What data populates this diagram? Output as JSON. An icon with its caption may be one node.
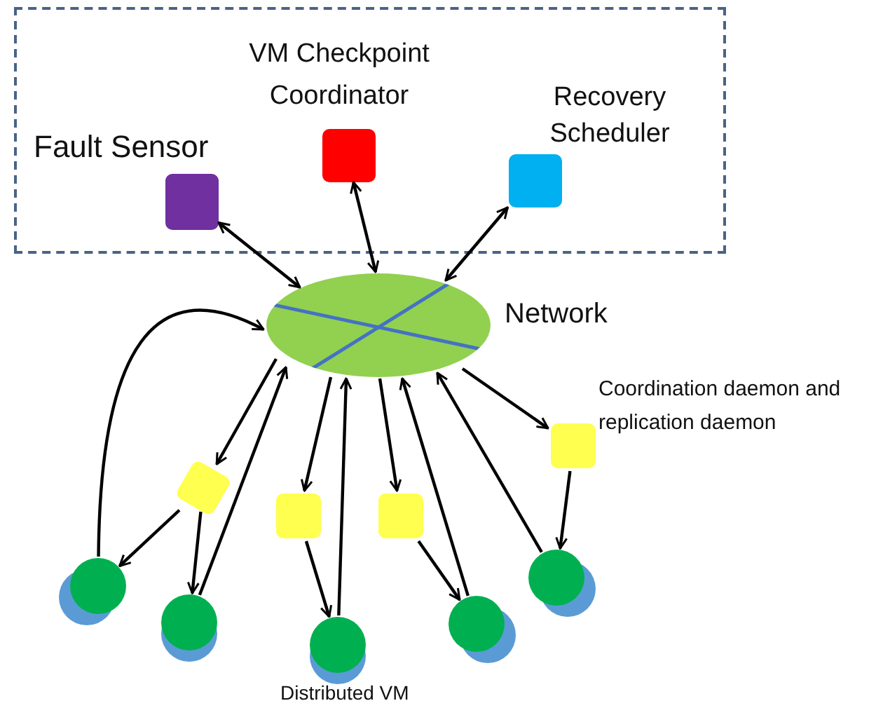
{
  "diagram": {
    "nodes": [
      {
        "text": [],
        "shape": "box"
      },
      {
        "text": [
          "Fault Sensor"
        ],
        "in": 0
      },
      {
        "text": [
          "VM Checkpoint Coordinator"
        ],
        "in": 0
      },
      {
        "text": [
          "Recovery Scheduler"
        ],
        "in": 0
      },
      {
        "text": [
          "Network"
        ]
      },
      {
        "text": [],
        "shape": "box"
      },
      {
        "text": [],
        "shape": "box"
      },
      {
        "text": [],
        "shape": "box"
      },
      {
        "text": [],
        "shape": "box",
        "beside": [
          "Coordination daemon and replication daemon"
        ]
      },
      {
        "text": [],
        "shape": "circle"
      },
      {
        "text": [],
        "shape": "circle"
      },
      {
        "text": [],
        "shape": "circle",
        "beside": [
          "Distributed VM"
        ]
      },
      {
        "text": [],
        "shape": "circle"
      },
      {
        "text": [],
        "shape": "circle"
      }
    ],
    "edges": [
      {
        "from": 1,
        "to": 4,
        "arrow": "both"
      },
      {
        "from": 2,
        "to": 4,
        "arrow": "both"
      },
      {
        "from": 3,
        "to": 4,
        "arrow": "both"
      },
      {
        "from": 9,
        "to": 4,
        "arrow": "to"
      },
      {
        "from": 4,
        "to": 5,
        "arrow": "to"
      },
      {
        "from": 5,
        "to": 9,
        "arrow": "to"
      },
      {
        "from": 5,
        "to": 10,
        "arrow": "to"
      },
      {
        "from": 10,
        "to": 4,
        "arrow": "to"
      },
      {
        "from": 4,
        "to": 6,
        "arrow": "to"
      },
      {
        "from": 6,
        "to": 11,
        "arrow": "to"
      },
      {
        "from": 11,
        "to": 4,
        "arrow": "to"
      },
      {
        "from": 4,
        "to": 7,
        "arrow": "to"
      },
      {
        "from": 7,
        "to": 12,
        "arrow": "to"
      },
      {
        "from": 12,
        "to": 4,
        "arrow": "to"
      },
      {
        "from": 13,
        "to": 4,
        "arrow": "to"
      },
      {
        "from": 4,
        "to": 8,
        "arrow": "to"
      },
      {
        "from": 8,
        "to": 13,
        "arrow": "to"
      }
    ]
  }
}
